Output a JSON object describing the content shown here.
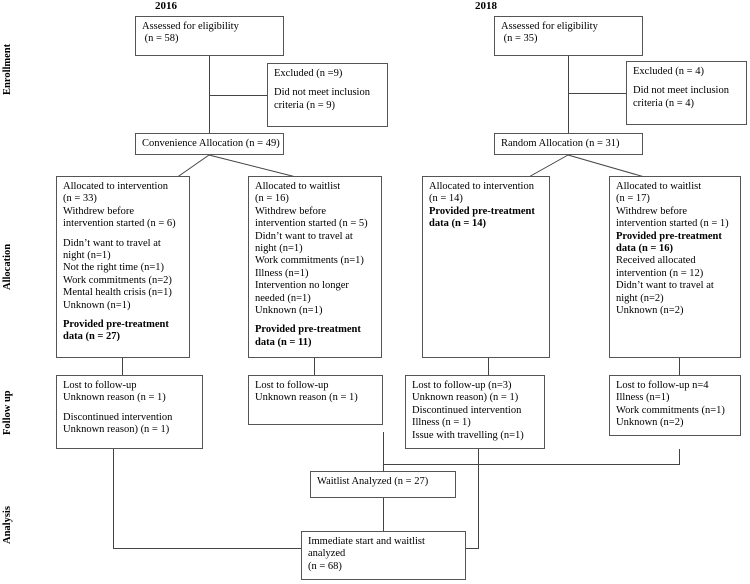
{
  "figure": {
    "type": "consort-flow-diagram",
    "years": [
      {
        "id": "year-2016",
        "label": "2016"
      },
      {
        "id": "year-2018",
        "label": "2018"
      }
    ],
    "stages": [
      {
        "id": "stage-enrollment",
        "label": "Enrollment"
      },
      {
        "id": "stage-allocation",
        "label": "Allocation"
      },
      {
        "id": "stage-followup",
        "label": "Follow up"
      },
      {
        "id": "stage-analysis",
        "label": "Analysis"
      }
    ]
  },
  "boxes": {
    "assessed_2016": {
      "name": "assessed-for-eligibility-2016",
      "lines": [
        {
          "text": "Assessed for eligibility",
          "bold": false
        },
        {
          "text": " (n = 58)",
          "bold": false
        }
      ]
    },
    "excluded_2016": {
      "name": "excluded-2016",
      "lines": [
        {
          "text": "Excluded (n =9)",
          "bold": false
        },
        {
          "spacer": true
        },
        {
          "text": "Did not meet inclusion",
          "bold": false
        },
        {
          "text": "criteria (n = 9)",
          "bold": false
        }
      ]
    },
    "allocation_2016": {
      "name": "convenience-allocation-2016",
      "lines": [
        {
          "text": "Convenience Allocation (n = 49)",
          "bold": false
        }
      ]
    },
    "assessed_2018": {
      "name": "assessed-for-eligibility-2018",
      "lines": [
        {
          "text": "Assessed for eligibility",
          "bold": false
        },
        {
          "text": " (n = 35)",
          "bold": false
        }
      ]
    },
    "excluded_2018": {
      "name": "excluded-2018",
      "lines": [
        {
          "text": "Excluded (n = 4)",
          "bold": false
        },
        {
          "spacer": true
        },
        {
          "text": "Did not meet inclusion",
          "bold": false
        },
        {
          "text": "criteria (n = 4)",
          "bold": false
        }
      ]
    },
    "allocation_2018": {
      "name": "random-allocation-2018",
      "lines": [
        {
          "text": "Random Allocation (n = 31)",
          "bold": false
        }
      ]
    },
    "alloc_interv_2016": {
      "name": "allocated-to-intervention-2016",
      "lines": [
        {
          "text": "Allocated to intervention",
          "bold": false
        },
        {
          "text": "(n = 33)",
          "bold": false
        },
        {
          "text": "Withdrew before",
          "bold": false
        },
        {
          "text": "intervention started (n = 6)",
          "bold": false
        },
        {
          "spacer": true
        },
        {
          "text": "Didn’t want to travel at",
          "bold": false
        },
        {
          "text": "night (n=1)",
          "bold": false
        },
        {
          "text": "Not the right time (n=1)",
          "bold": false
        },
        {
          "text": "Work commitments (n=2)",
          "bold": false
        },
        {
          "text": "Mental health crisis (n=1)",
          "bold": false
        },
        {
          "text": "Unknown (n=1)",
          "bold": false
        },
        {
          "spacer": true
        },
        {
          "text": "Provided pre-treatment",
          "bold": true
        },
        {
          "text": "data (n = 27)",
          "bold": true
        }
      ]
    },
    "alloc_wait_2016": {
      "name": "allocated-to-waitlist-2016",
      "lines": [
        {
          "text": "Allocated to waitlist",
          "bold": false
        },
        {
          "text": "(n = 16)",
          "bold": false
        },
        {
          "text": "Withdrew before",
          "bold": false
        },
        {
          "text": "intervention started (n = 5)",
          "bold": false
        },
        {
          "text": "Didn’t want to travel at",
          "bold": false
        },
        {
          "text": "night (n=1)",
          "bold": false
        },
        {
          "text": "Work commitments (n=1)",
          "bold": false
        },
        {
          "text": "Illness (n=1)",
          "bold": false
        },
        {
          "text": "Intervention no longer",
          "bold": false
        },
        {
          "text": "needed (n=1)",
          "bold": false
        },
        {
          "text": "Unknown (n=1)",
          "bold": false
        },
        {
          "spacer": true
        },
        {
          "text": "Provided pre-treatment",
          "bold": true
        },
        {
          "text": "data (n = 11)",
          "bold": true
        }
      ]
    },
    "alloc_interv_2018": {
      "name": "allocated-to-intervention-2018",
      "lines": [
        {
          "text": "Allocated to intervention",
          "bold": false
        },
        {
          "text": "(n = 14)",
          "bold": false
        },
        {
          "text": "Provided pre-treatment",
          "bold": true
        },
        {
          "text": "data (n = 14)",
          "bold": true
        }
      ]
    },
    "alloc_wait_2018": {
      "name": "allocated-to-waitlist-2018",
      "lines": [
        {
          "text": "Allocated to waitlist",
          "bold": false
        },
        {
          "text": "(n = 17)",
          "bold": false
        },
        {
          "text": "Withdrew before",
          "bold": false
        },
        {
          "text": "intervention started (n = 1)",
          "bold": false
        },
        {
          "text": "Provided pre-treatment",
          "bold": true
        },
        {
          "text": "data (n = 16)",
          "bold": true
        },
        {
          "text": "Received allocated",
          "bold": false
        },
        {
          "text": "intervention (n = 12)",
          "bold": false
        },
        {
          "text": "Didn’t want to travel at",
          "bold": false
        },
        {
          "text": "night (n=2)",
          "bold": false
        },
        {
          "text": "Unknown (n=2)",
          "bold": false
        }
      ]
    },
    "followup_interv_2016": {
      "name": "lost-to-followup-intervention-2016",
      "lines": [
        {
          "text": "Lost to follow-up",
          "bold": false
        },
        {
          "text": "Unknown reason (n = 1)",
          "bold": false
        },
        {
          "spacer": true
        },
        {
          "text": "Discontinued intervention",
          "bold": false
        },
        {
          "text": "Unknown reason) (n = 1)",
          "bold": false
        }
      ]
    },
    "followup_wait_2016": {
      "name": "lost-to-followup-waitlist-2016",
      "lines": [
        {
          "text": "Lost to follow-up",
          "bold": false
        },
        {
          "text": "Unknown reason (n = 1)",
          "bold": false
        }
      ]
    },
    "followup_interv_2018": {
      "name": "lost-to-followup-intervention-2018",
      "lines": [
        {
          "text": "Lost to follow-up (n=3)",
          "bold": false
        },
        {
          "text": "Unknown reason) (n = 1)",
          "bold": false
        },
        {
          "text": "Discontinued intervention",
          "bold": false
        },
        {
          "text": "Illness (n = 1)",
          "bold": false
        },
        {
          "text": "Issue with travelling (n=1)",
          "bold": false
        }
      ]
    },
    "followup_wait_2018": {
      "name": "lost-to-followup-waitlist-2018",
      "lines": [
        {
          "text": "Lost to follow-up n=4",
          "bold": false
        },
        {
          "text": "Illness (n=1)",
          "bold": false
        },
        {
          "text": "Work commitments (n=1)",
          "bold": false
        },
        {
          "text": "Unknown (n=2)",
          "bold": false
        }
      ]
    },
    "waitlist_analyzed": {
      "name": "waitlist-analyzed",
      "lines": [
        {
          "text": "Waitlist Analyzed (n = 27)",
          "bold": false
        }
      ]
    },
    "final_analyzed": {
      "name": "immediate-start-and-waitlist-analyzed",
      "lines": [
        {
          "text": "Immediate start and waitlist",
          "bold": false
        },
        {
          "text": "analyzed",
          "bold": false
        },
        {
          "text": "(n = 68)",
          "bold": false
        }
      ]
    }
  },
  "colors": {
    "box_border": "#555555",
    "connector": "#444444",
    "background": "#ffffff",
    "text": "#000000"
  }
}
